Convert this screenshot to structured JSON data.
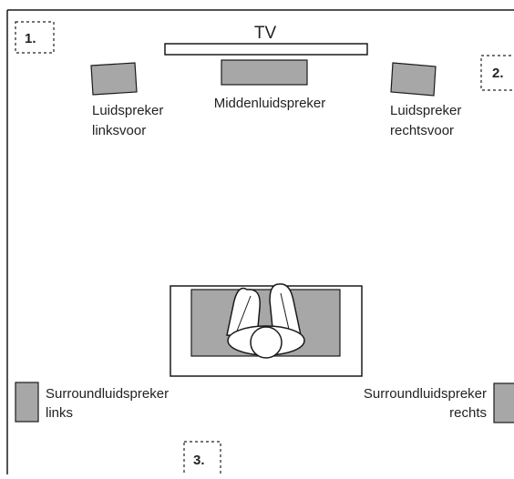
{
  "colors": {
    "speaker_fill": "#a7a7a7",
    "outline": "#1a1a1a",
    "background": "#ffffff"
  },
  "markers": {
    "m1": "1.",
    "m2": "2.",
    "m3": "3."
  },
  "tv": {
    "label": "TV"
  },
  "speakers": {
    "front_left": {
      "line1": "Luidspreker",
      "line2": "linksvoor"
    },
    "center": {
      "label": "Middenluidspreker"
    },
    "front_right": {
      "line1": "Luidspreker",
      "line2": "rechtsvoor"
    },
    "surround_left": {
      "line1": "Surroundluidspreker",
      "line2": "links"
    },
    "surround_right": {
      "line1": "Surroundluidspreker",
      "line2": "rechts"
    }
  },
  "listener": {
    "icon": "person-seated-top-view-icon"
  }
}
